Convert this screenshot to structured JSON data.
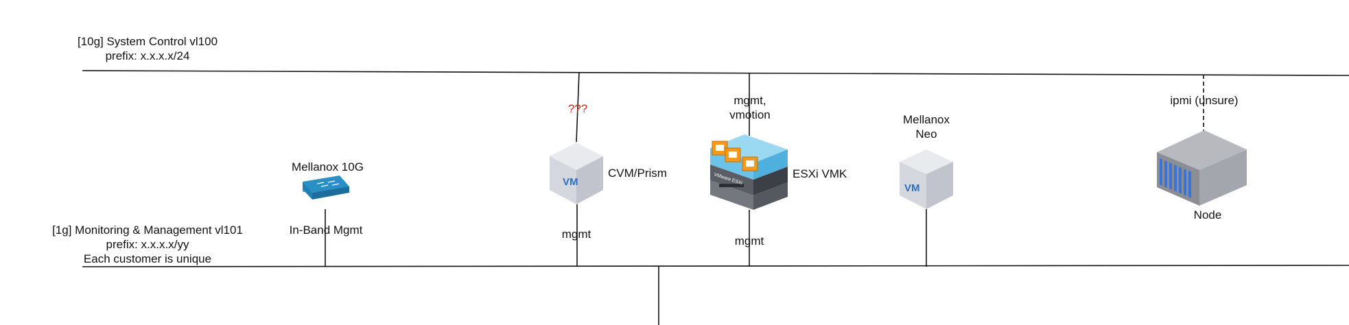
{
  "networks": {
    "system_control": {
      "line1": "[10g] System Control vl100",
      "line2": "prefix: x.x.x.x/24"
    },
    "monitoring": {
      "line1": "[1g] Monitoring & Management vl101",
      "line2": "prefix: x.x.x.x/yy",
      "line3": "Each customer is unique"
    }
  },
  "devices": {
    "mellanox_switch": {
      "name": "Mellanox 10G",
      "link_label": "In-Band Mgmt"
    },
    "cvm": {
      "name": "CVM/Prism",
      "icon_text": "VM",
      "top_label": "???",
      "bottom_label": "mgmt"
    },
    "esxi": {
      "name": "ESXi VMK",
      "top_line1": "mgmt,",
      "top_line2": "vmotion",
      "bottom_label": "mgmt",
      "chassis_text": "VMware ESXi"
    },
    "mellanox_neo": {
      "name_line1": "Mellanox",
      "name_line2": "Neo",
      "icon_text": "VM"
    },
    "node": {
      "name": "Node",
      "top_label": "ipmi (unsure)"
    }
  },
  "colors": {
    "line": "#111111",
    "question": "#e0201b",
    "cube_light": "#e9eaee",
    "cube_mid": "#d5d7de",
    "cube_dark": "#c1c4cd",
    "vm_text": "#2a6fbf",
    "switch_top": "#2a8fc5",
    "switch_side": "#1a6d9c",
    "esxi_blue": "#6cc3ea",
    "esxi_orange": "#f29a1d"
  }
}
